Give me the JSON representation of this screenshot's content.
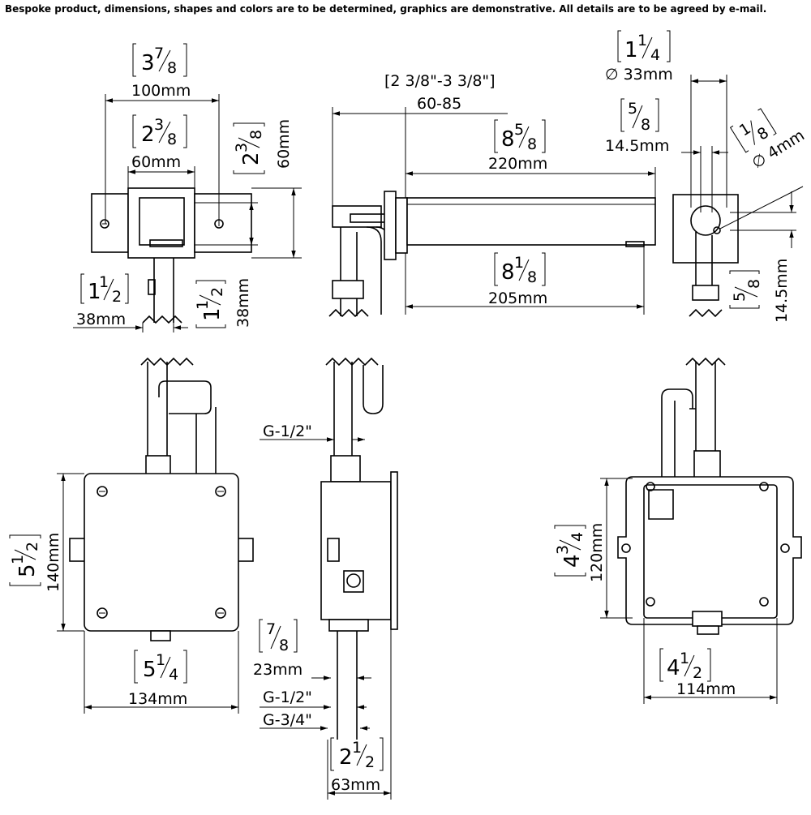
{
  "disclaimer": "Bespoke product, dimensions, shapes and colors are to be determined, graphics are demonstrative. All details are to be agreed by e-mail.",
  "top_left_view": {
    "width_total_in": "3",
    "width_total_in_n": "7",
    "width_total_in_d": "8",
    "width_total_mm": "100mm",
    "width_inner_in": "2",
    "width_inner_in_n": "3",
    "width_inner_in_d": "8",
    "width_inner_mm": "60mm",
    "height_in": "2",
    "height_in_n": "3",
    "height_in_d": "8",
    "height_mm": "60mm",
    "pipe_in": "1",
    "pipe_in_n": "1",
    "pipe_in_d": "2",
    "pipe_mm": "38mm",
    "pipe_v_in": "1",
    "pipe_v_in_n": "1",
    "pipe_v_in_d": "2",
    "pipe_v_mm": "38mm"
  },
  "spout_side_view": {
    "wall_range_in": "[2 3/8\"-3 3/8\"]",
    "wall_range_mm": "60-85",
    "length_in": "8",
    "length_in_n": "5",
    "length_in_d": "8",
    "length_mm": "220mm",
    "projection_in": "8",
    "projection_in_n": "1",
    "projection_in_d": "8",
    "projection_mm": "205mm"
  },
  "spout_end_view": {
    "dia_in": "1",
    "dia_in_n": "1",
    "dia_in_d": "4",
    "dia_mm": "∅ 33mm",
    "outlet_in_n": "5",
    "outlet_in_d": "8",
    "outlet_mm": "14.5mm",
    "hole_in_n": "1",
    "hole_in_d": "8",
    "hole_mm": "∅ 4mm",
    "height_in_n": "5",
    "height_in_d": "8",
    "height_mm": "14.5mm"
  },
  "box_front_view": {
    "height_in": "5",
    "height_in_n": "1",
    "height_in_d": "2",
    "height_mm": "140mm",
    "width_in": "5",
    "width_in_n": "1",
    "width_in_d": "4",
    "width_mm": "134mm"
  },
  "box_side_view": {
    "thread_top": "G-1/2\"",
    "depth_in_n": "7",
    "depth_in_d": "8",
    "depth_mm": "23mm",
    "thread_mid": "G-1/2\"",
    "thread_bottom": "G-3/4\"",
    "pipe_len_in": "2",
    "pipe_len_in_n": "1",
    "pipe_len_in_d": "2",
    "pipe_len_mm": "63mm"
  },
  "box_back_view": {
    "height_in": "4",
    "height_in_n": "3",
    "height_in_d": "4",
    "height_mm": "120mm",
    "width_in": "4",
    "width_in_n": "1",
    "width_in_d": "2",
    "width_mm": "114mm"
  }
}
